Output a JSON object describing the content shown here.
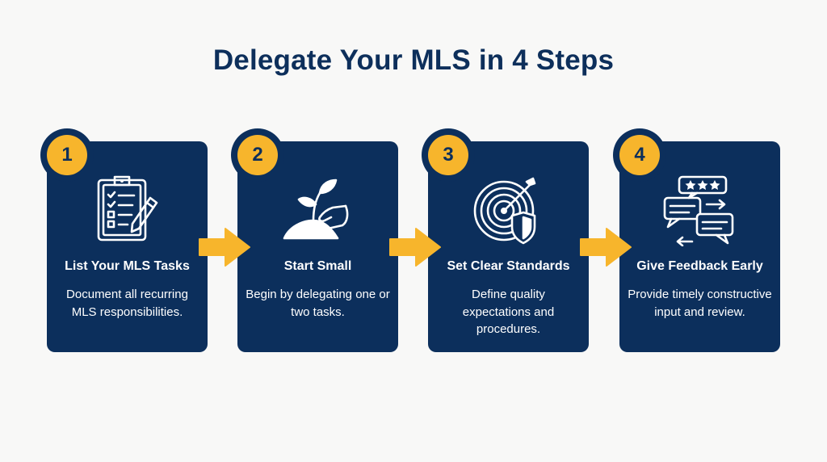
{
  "title": "Delegate Your MLS in 4 Steps",
  "colors": {
    "navy": "#0c2f5c",
    "accent_yellow": "#f7b52c",
    "background": "#f8f8f7"
  },
  "steps": [
    {
      "number": "1",
      "title": "List Your MLS Tasks",
      "description": "Document all recurring MLS responsibilities.",
      "icon": "clipboard-checklist-icon"
    },
    {
      "number": "2",
      "title": "Start Small",
      "description": "Begin by delegating one or two tasks.",
      "icon": "hand-planting-sprout-icon"
    },
    {
      "number": "3",
      "title": "Set Clear Standards",
      "description": "Define quality expectations and procedures.",
      "icon": "target-shield-icon"
    },
    {
      "number": "4",
      "title": "Give Feedback Early",
      "description": "Provide timely constructive input and review.",
      "icon": "feedback-chat-stars-icon"
    }
  ]
}
